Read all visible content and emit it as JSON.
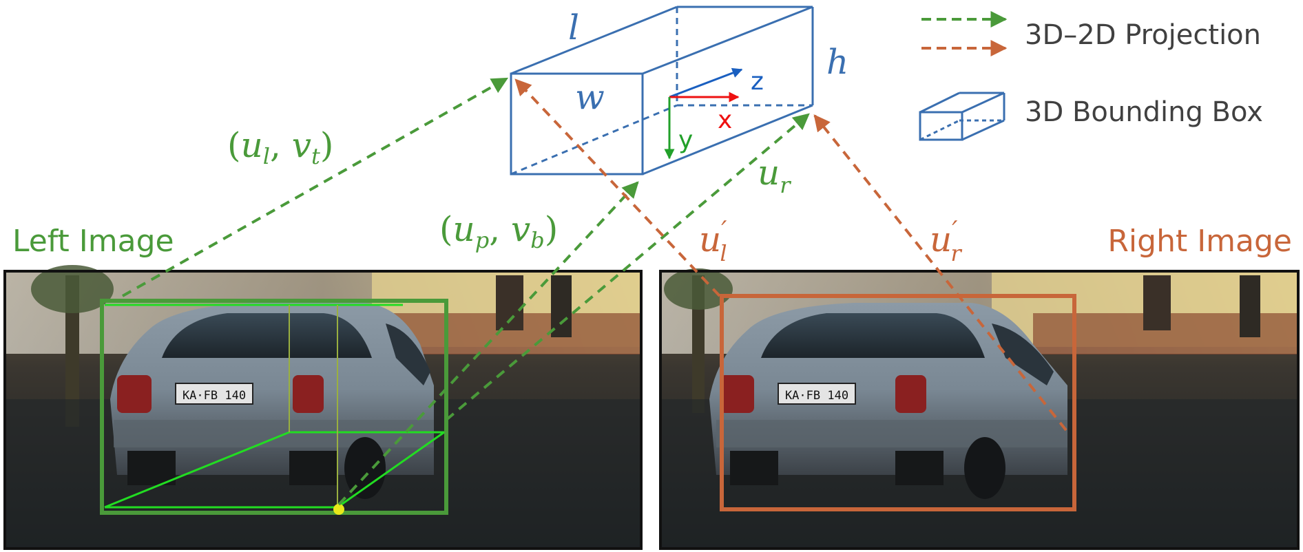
{
  "legend": {
    "projection_label": "3D–2D Projection",
    "bbox_label": "3D Bounding Box"
  },
  "box_labels": {
    "l": "l",
    "w": "w",
    "h": "h",
    "axis_z": "z",
    "axis_x": "x",
    "axis_y": "y"
  },
  "annotations": {
    "ul_vt": {
      "open": "(",
      "u": "u",
      "u_sub": "l",
      "comma": ", ",
      "v": "v",
      "v_sub": "t",
      "close": ")"
    },
    "up_vb": {
      "open": "(",
      "u": "u",
      "u_sub": "p",
      "comma": ", ",
      "v": "v",
      "v_sub": "b",
      "close": ")"
    },
    "ur": {
      "u": "u",
      "sub": "r"
    },
    "ul_prime": {
      "u": "u",
      "prime": "′",
      "sub": "l"
    },
    "ur_prime": {
      "u": "u",
      "prime": "′",
      "sub": "r"
    }
  },
  "panels": {
    "left_title": "Left Image",
    "right_title": "Right Image",
    "plate_left": "KA·FB 140",
    "plate_right": "KA·FB 140"
  },
  "colors": {
    "box_blue": "#3a6fb0",
    "green": "#4a9a3a",
    "orange": "#c8663a",
    "bright_green": "#22dd22",
    "axis_red": "#ee1111",
    "axis_blue": "#1a5fc0",
    "axis_green": "#22a02a",
    "legend_text": "#404040"
  }
}
